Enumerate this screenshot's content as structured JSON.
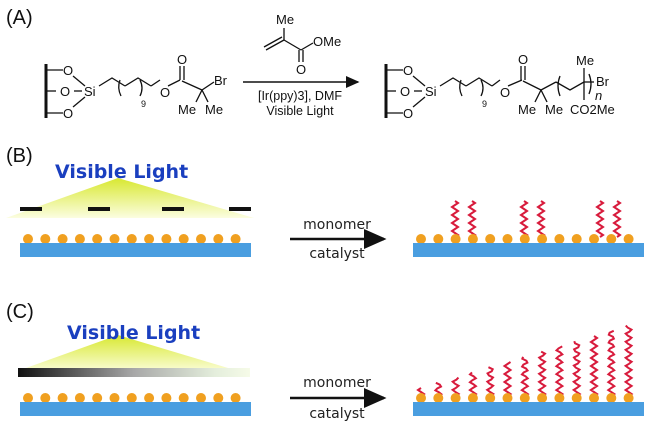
{
  "panels": {
    "A": {
      "label": "(A)",
      "reactant": {
        "surface_oxygens": [
          "O",
          "O",
          "O"
        ],
        "silicon": "Si",
        "repeat_count": "9",
        "ester_oxygen": "O",
        "carbonyl_oxygen": "O",
        "halogen": "Br",
        "methyl_left": "Me",
        "methyl_right": "Me"
      },
      "reagent": {
        "methyl": "Me",
        "ester": "OMe",
        "carbonyl_oxygen": "O"
      },
      "conditions": {
        "line1": "[Ir(ppy)3], DMF",
        "line2": "Visible Light"
      },
      "product": {
        "surface_oxygens": [
          "O",
          "O",
          "O"
        ],
        "silicon": "Si",
        "repeat_count": "9",
        "ester_oxygen": "O",
        "carbonyl_oxygen": "O",
        "methyl_left": "Me",
        "methyl_right": "Me",
        "chain_methyl": "Me",
        "halogen": "Br",
        "repeat_n": "n",
        "ester_group": "CO2Me"
      }
    },
    "B": {
      "label": "(B)",
      "light_label": "Visible Light",
      "arrow_top": "monomer",
      "arrow_bottom": "catalyst",
      "mask_type": "photomask",
      "brush_growth": "patterned"
    },
    "C": {
      "label": "(C)",
      "light_label": "Visible Light",
      "arrow_top": "monomer",
      "arrow_bottom": "catalyst",
      "mask_type": "gradient",
      "brush_growth": "gradient"
    }
  },
  "colors": {
    "substrate": "#4a9ee0",
    "initiator": "#f0a020",
    "polymer": "#d81b3c",
    "light": "#e8f060",
    "light_text": "#1a3fbf"
  }
}
